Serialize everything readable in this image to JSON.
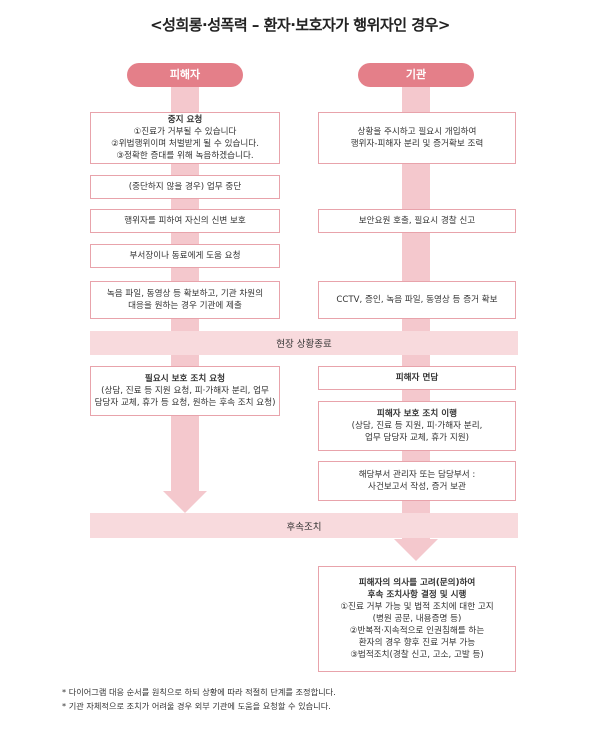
{
  "title": "<성희롱·성폭력 – 환자·보호자가 행위자인 경우>",
  "headers": {
    "left": "피해자",
    "right": "기관"
  },
  "left_boxes": [
    {
      "lines": [
        "중지 요청",
        "①진료가 거부될 수 있습니다",
        "②위법행위이며 처벌받게 될 수 있습니다.",
        "③정확한 증대를 위해 녹음하겠습니다."
      ]
    },
    {
      "lines": [
        "(중단하지 않을 경우) 업무 중단"
      ]
    },
    {
      "lines": [
        "행위자를 피하여 자신의 신변 보호"
      ]
    },
    {
      "lines": [
        "부서장이나 동료에게 도움 요청"
      ]
    },
    {
      "lines": [
        "녹음 파일, 동영상 등 확보하고, 기관 차원의",
        "대응을 원하는 경우 기관에 제출"
      ]
    },
    {
      "lines": [
        "필요시 보호 조치 요청",
        "(상담, 진료 등 지원 요청, 피·가해자 분리, 업무",
        "담당자 교체, 휴가 등 요청, 원하는 후속 조치 요청)"
      ]
    }
  ],
  "right_boxes": [
    {
      "lines": [
        "상황을 주시하고 필요시 개입하여",
        "행위자-피해자 분리 및 증거확보 조력"
      ]
    },
    {
      "lines": [
        "보안요원 호출, 필요시 경찰 신고"
      ]
    },
    {
      "lines": [
        "CCTV, 증인, 녹음 파일, 동영상 등 증거 확보"
      ]
    },
    {
      "lines": [
        "피해자 면담"
      ]
    },
    {
      "lines": [
        "피해자 보호 조치 이행",
        "(상담, 진료 등 지원, 피·가해자 분리,",
        "업무 담당자 교체, 휴가 지원)"
      ]
    },
    {
      "lines": [
        "해당부서 관리자 또는 담당부서 :",
        "사건보고서 작성, 증거 보관"
      ]
    },
    {
      "lines": [
        "피해자의 의사를 고려(문의)하여",
        "후속 조치사항 결정 및 시행",
        "①진료 거부 가능 및 법적 조치에 대한 고지",
        "(병원 공문, 내용증명 등)",
        "②반복적·지속적으로 인권침해를 하는",
        "환자의 경우 향후 진료 거부 가능",
        "③법적조치(경찰 신고, 고소, 고발 등)"
      ]
    }
  ],
  "bands": {
    "scene_end": "현장 상황종료",
    "follow_up": "후속조치"
  },
  "notes": [
    "* 다이어그램 대응 순서를 원칙으로 하되 상황에 따라 적절히 단계를 조정합니다.",
    "* 기관 자체적으로 조치가 어려울 경우 외부 기관에 도움을 요청할 수 있습니다."
  ]
}
